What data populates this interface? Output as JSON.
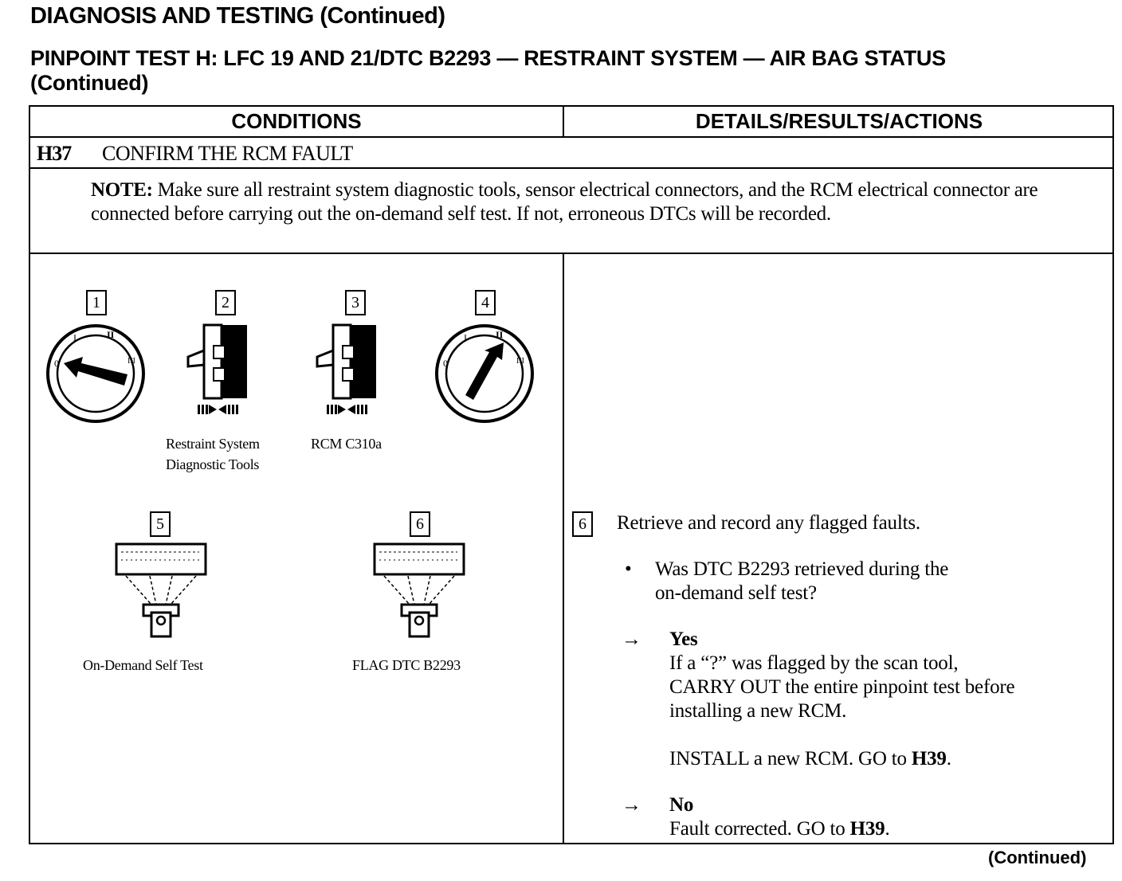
{
  "header": {
    "title": "DIAGNOSIS AND TESTING (Continued)",
    "subtitle_line1_left": "PINPOINT TEST H:  LFC 19 AND 21/DTC B2293 — RESTRAINT SYSTEM — AIR BAG STATUS",
    "subtitle_line2": "(Continued)"
  },
  "table": {
    "col_conditions": "CONDITIONS",
    "col_details": "DETAILS/RESULTS/ACTIONS",
    "step": {
      "id": "H37",
      "title": "CONFIRM THE RCM FAULT"
    },
    "note": {
      "label": "NOTE:",
      "text": " Make sure all restraint system diagnostic tools, sensor electrical connectors, and the RCM electrical connector are connected before carrying out the on-demand self test. If not, erroneous DTCs will be recorded."
    },
    "figures": [
      {
        "number": "1",
        "caption": ""
      },
      {
        "number": "2",
        "caption": "Restraint System Diagnostic Tools"
      },
      {
        "number": "3",
        "caption": "RCM C310a"
      },
      {
        "number": "4",
        "caption": ""
      },
      {
        "number": "5",
        "caption": "On-Demand Self Test"
      },
      {
        "number": "6",
        "caption": "FLAG DTC B2293"
      }
    ],
    "caption_2_line1": "Restraint System",
    "caption_2_line2": "Diagnostic Tools",
    "details": {
      "step_number": "6",
      "instruction": "Retrieve and record any flagged faults.",
      "bullet": "•",
      "question_line1": "Was DTC B2293 retrieved during the",
      "question_line2": "on-demand self test?",
      "arrow": "→",
      "yes_label": "Yes",
      "yes_line1": "If a “?” was flagged by the scan tool,",
      "yes_line2": "CARRY OUT the entire pinpoint test before",
      "yes_line3": "installing a new RCM.",
      "yes_action_prefix": "INSTALL a new RCM. GO to ",
      "yes_action_ref": "H39",
      "yes_action_suffix": ".",
      "no_label": "No",
      "no_action_prefix": "Fault corrected. GO to ",
      "no_action_ref": "H39",
      "no_action_suffix": "."
    }
  },
  "footer": {
    "continued": "(Continued)"
  }
}
